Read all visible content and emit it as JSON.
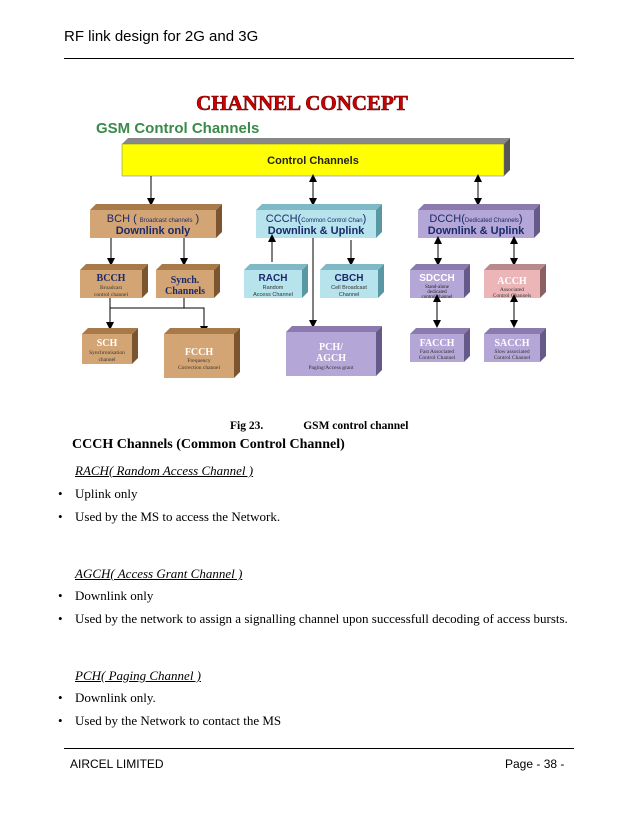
{
  "header": {
    "title": "RF link design for 2G and 3G"
  },
  "diagram": {
    "title": "CHANNEL CONCEPT",
    "subtitle": "GSM Control Channels",
    "root": "Control Channels",
    "groups": {
      "bch": {
        "name": "BCH",
        "paren_open": " (",
        "small": "Broadcast channels",
        "paren_close": " )",
        "line2": "Downlink only"
      },
      "ccch": {
        "name": "CCCH",
        "paren_open": "(",
        "small": "Common Control Chan",
        "paren_close": ")",
        "line2": "Downlink & Uplink"
      },
      "dcch": {
        "name": "DCCH",
        "paren_open": "(",
        "small": "Dedicated Channels",
        "paren_close": ")",
        "line2": "Downlink & Uplink"
      }
    },
    "boxes": {
      "bcch": {
        "title": "BCCH",
        "l1": "Broadcast",
        "l2": "control channel"
      },
      "synch": {
        "title": "Synch.",
        "l1": "Channels"
      },
      "rach": {
        "title": "RACH",
        "l1": "Random",
        "l2": "Access Channel"
      },
      "cbch": {
        "title": "CBCH",
        "l1": "Cell Broadcast",
        "l2": "Channel"
      },
      "sdcch": {
        "title": "SDCCH",
        "l1": "Stand-alone",
        "l2": "dedicated",
        "l3": "control channel"
      },
      "acch": {
        "title": "ACCH",
        "l1": "Associated",
        "l2": "Control Channels"
      },
      "sch": {
        "title": "SCH",
        "l1": "Synchronisation",
        "l2": "channel"
      },
      "fcch": {
        "title": "FCCH",
        "l1": "Frequency",
        "l2": "Correction channel"
      },
      "pch": {
        "title": "PCH/",
        "l1": "AGCH",
        "l2": "Paging/Access grant"
      },
      "facch": {
        "title": "FACCH",
        "l1": "Fast Associated",
        "l2": "Control Channel"
      },
      "sacch": {
        "title": "SACCH",
        "l1": "Slow associated",
        "l2": "Control Channel"
      }
    },
    "colors": {
      "yellow": "#ffff00",
      "tan": "#d4a574",
      "cyan": "#b6e3ec",
      "lavender": "#b4a6d6",
      "pink": "#ecb6b8",
      "teal": "#3fa7a8",
      "title_red": "#cc0000",
      "subtitle_green": "#3a8a4a"
    }
  },
  "caption": {
    "number": "Fig 23.",
    "text": "GSM control channel"
  },
  "content": {
    "heading": "CCCH Channels (Common Control Channel)",
    "rach": {
      "title": "RACH( Random Access Channel )",
      "items": [
        "Uplink only",
        "Used by the MS to access the Network."
      ]
    },
    "agch": {
      "title": "AGCH( Access Grant Channel )",
      "items": [
        "Downlink only",
        "Used by the network to assign a signalling channel upon successfull decoding of access bursts."
      ]
    },
    "pch": {
      "title": "PCH( Paging Channel )",
      "items": [
        "Downlink only.",
        "Used by the Network to contact the MS"
      ]
    },
    "bullet_char": "•"
  },
  "footer": {
    "company": "AIRCEL LIMITED",
    "page": "Page - 38 -"
  }
}
